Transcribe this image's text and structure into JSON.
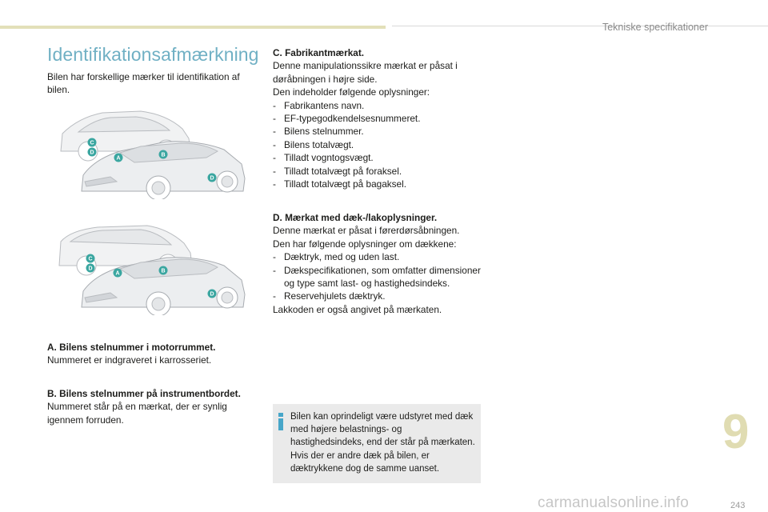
{
  "header": {
    "section": "Tekniske specifikationer"
  },
  "title": "Identifikationsafmærkning",
  "intro": "Bilen har forskellige mærker til identifikation af bilen.",
  "markers": {
    "a": "A",
    "b": "B",
    "c": "C",
    "d": "D"
  },
  "section_a": {
    "heading": "A. Bilens stelnummer i motorrummet.",
    "text": "Nummeret er indgraveret i karrosseriet."
  },
  "section_b": {
    "heading": "B. Bilens stelnummer på instrumentbordet.",
    "text": "Nummeret står på en mærkat, der er synlig igennem forruden."
  },
  "section_c": {
    "heading": "C. Fabrikantmærkat.",
    "text1": "Denne manipulationssikre mærkat er påsat i døråbningen i højre side.",
    "text2": "Den indeholder følgende oplysninger:",
    "items": [
      "Fabrikantens navn.",
      "EF-typegodkendelsesnummeret.",
      "Bilens stelnummer.",
      "Bilens totalvægt.",
      "Tilladt vogntogsvægt.",
      "Tilladt totalvægt på foraksel.",
      "Tilladt totalvægt på bagaksel."
    ]
  },
  "section_d": {
    "heading": "D. Mærkat med dæk-/lakoplysninger.",
    "text1": "Denne mærkat er påsat i førerdørsåbningen.",
    "text2": "Den har følgende oplysninger om dækkene:",
    "items": [
      "Dæktryk, med og uden last.",
      "Dækspecifikationen, som omfatter dimensioner og type samt last- og hastighedsindeks.",
      "Reservehjulets dæktryk."
    ],
    "text3": "Lakkoden er også angivet på mærkaten."
  },
  "info_box": {
    "icon": "info-icon",
    "text": "Bilen kan oprindeligt være udstyret med dæk med højere belastnings- og hastighedsindeks, end der står på mærkaten. Hvis der er andre dæk på bilen, er dæktrykkene dog de samme uanset."
  },
  "chapter_number": "9",
  "page_number": "243",
  "watermark": "carmanualsonline.info",
  "colors": {
    "title": "#70b0c4",
    "marker": "#3aa6a0",
    "chapter": "#e0dcb2",
    "info_icon": "#47a6c9",
    "info_box_bg": "#eaeaea"
  }
}
